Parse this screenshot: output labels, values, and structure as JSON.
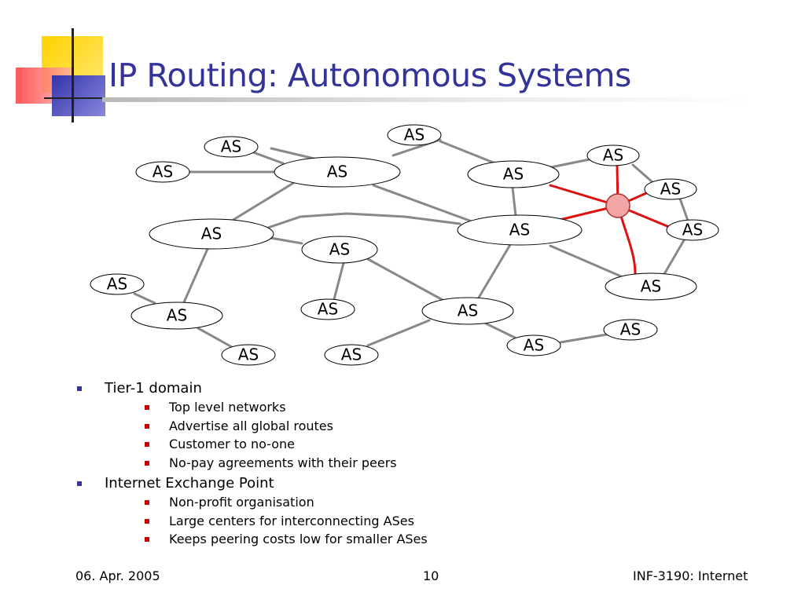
{
  "slide": {
    "title": "IP Routing: Autonomous Systems",
    "colors": {
      "title": "#333399",
      "link": "#888888",
      "exchange": "#dd1111",
      "bullet_l1": "#333399",
      "bullet_l2": "#cc0000"
    }
  },
  "diagram": {
    "node_label": "AS",
    "exchange_point": "internet-exchange-point"
  },
  "bullets": [
    {
      "text": "Tier-1 domain",
      "sub": [
        "Top level networks",
        "Advertise all global routes",
        "Customer to no-one",
        "No-pay agreements with their peers"
      ]
    },
    {
      "text": "Internet Exchange Point",
      "sub": [
        "Non-profit organisation",
        "Large centers for interconnecting ASes",
        "Keeps peering costs low for smaller ASes"
      ]
    }
  ],
  "footer": {
    "date": "06. Apr. 2005",
    "page": "10",
    "course": "INF-3190: Internet"
  }
}
